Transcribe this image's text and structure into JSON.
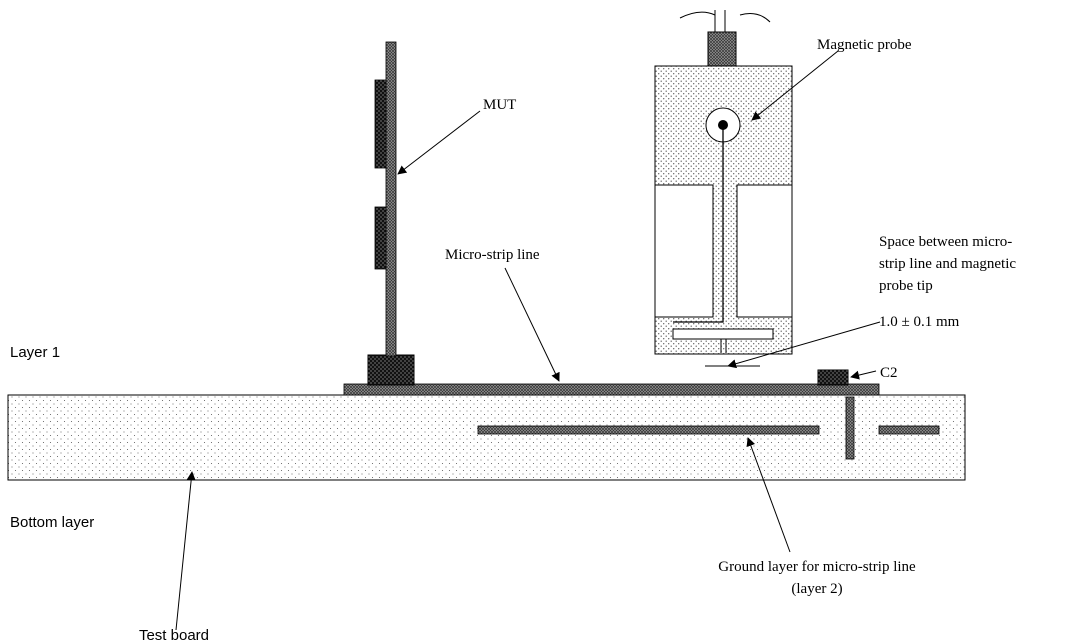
{
  "labels": {
    "mut": "MUT",
    "magnetic_probe": "Magnetic probe",
    "micro_strip_line": "Micro-strip line",
    "space_line1": "Space between micro-",
    "space_line2": "strip line and magnetic",
    "space_line3": "probe tip",
    "space_value": "1.0 ± 0.1  mm",
    "layer1": "Layer 1",
    "c2": "C2",
    "bottom_layer": "Bottom layer",
    "ground_line1": "Ground layer for micro-strip line",
    "ground_line2": "(layer 2)",
    "test_board": "Test board"
  },
  "icons": {
    "board_pattern": "fine-dot-pattern",
    "probe_pattern": "dot-pattern",
    "conductor_pattern": "cross-hatch-pattern",
    "component_pattern": "dark-dot-pattern"
  },
  "colors": {
    "ink": "#000000",
    "background": "#ffffff"
  }
}
